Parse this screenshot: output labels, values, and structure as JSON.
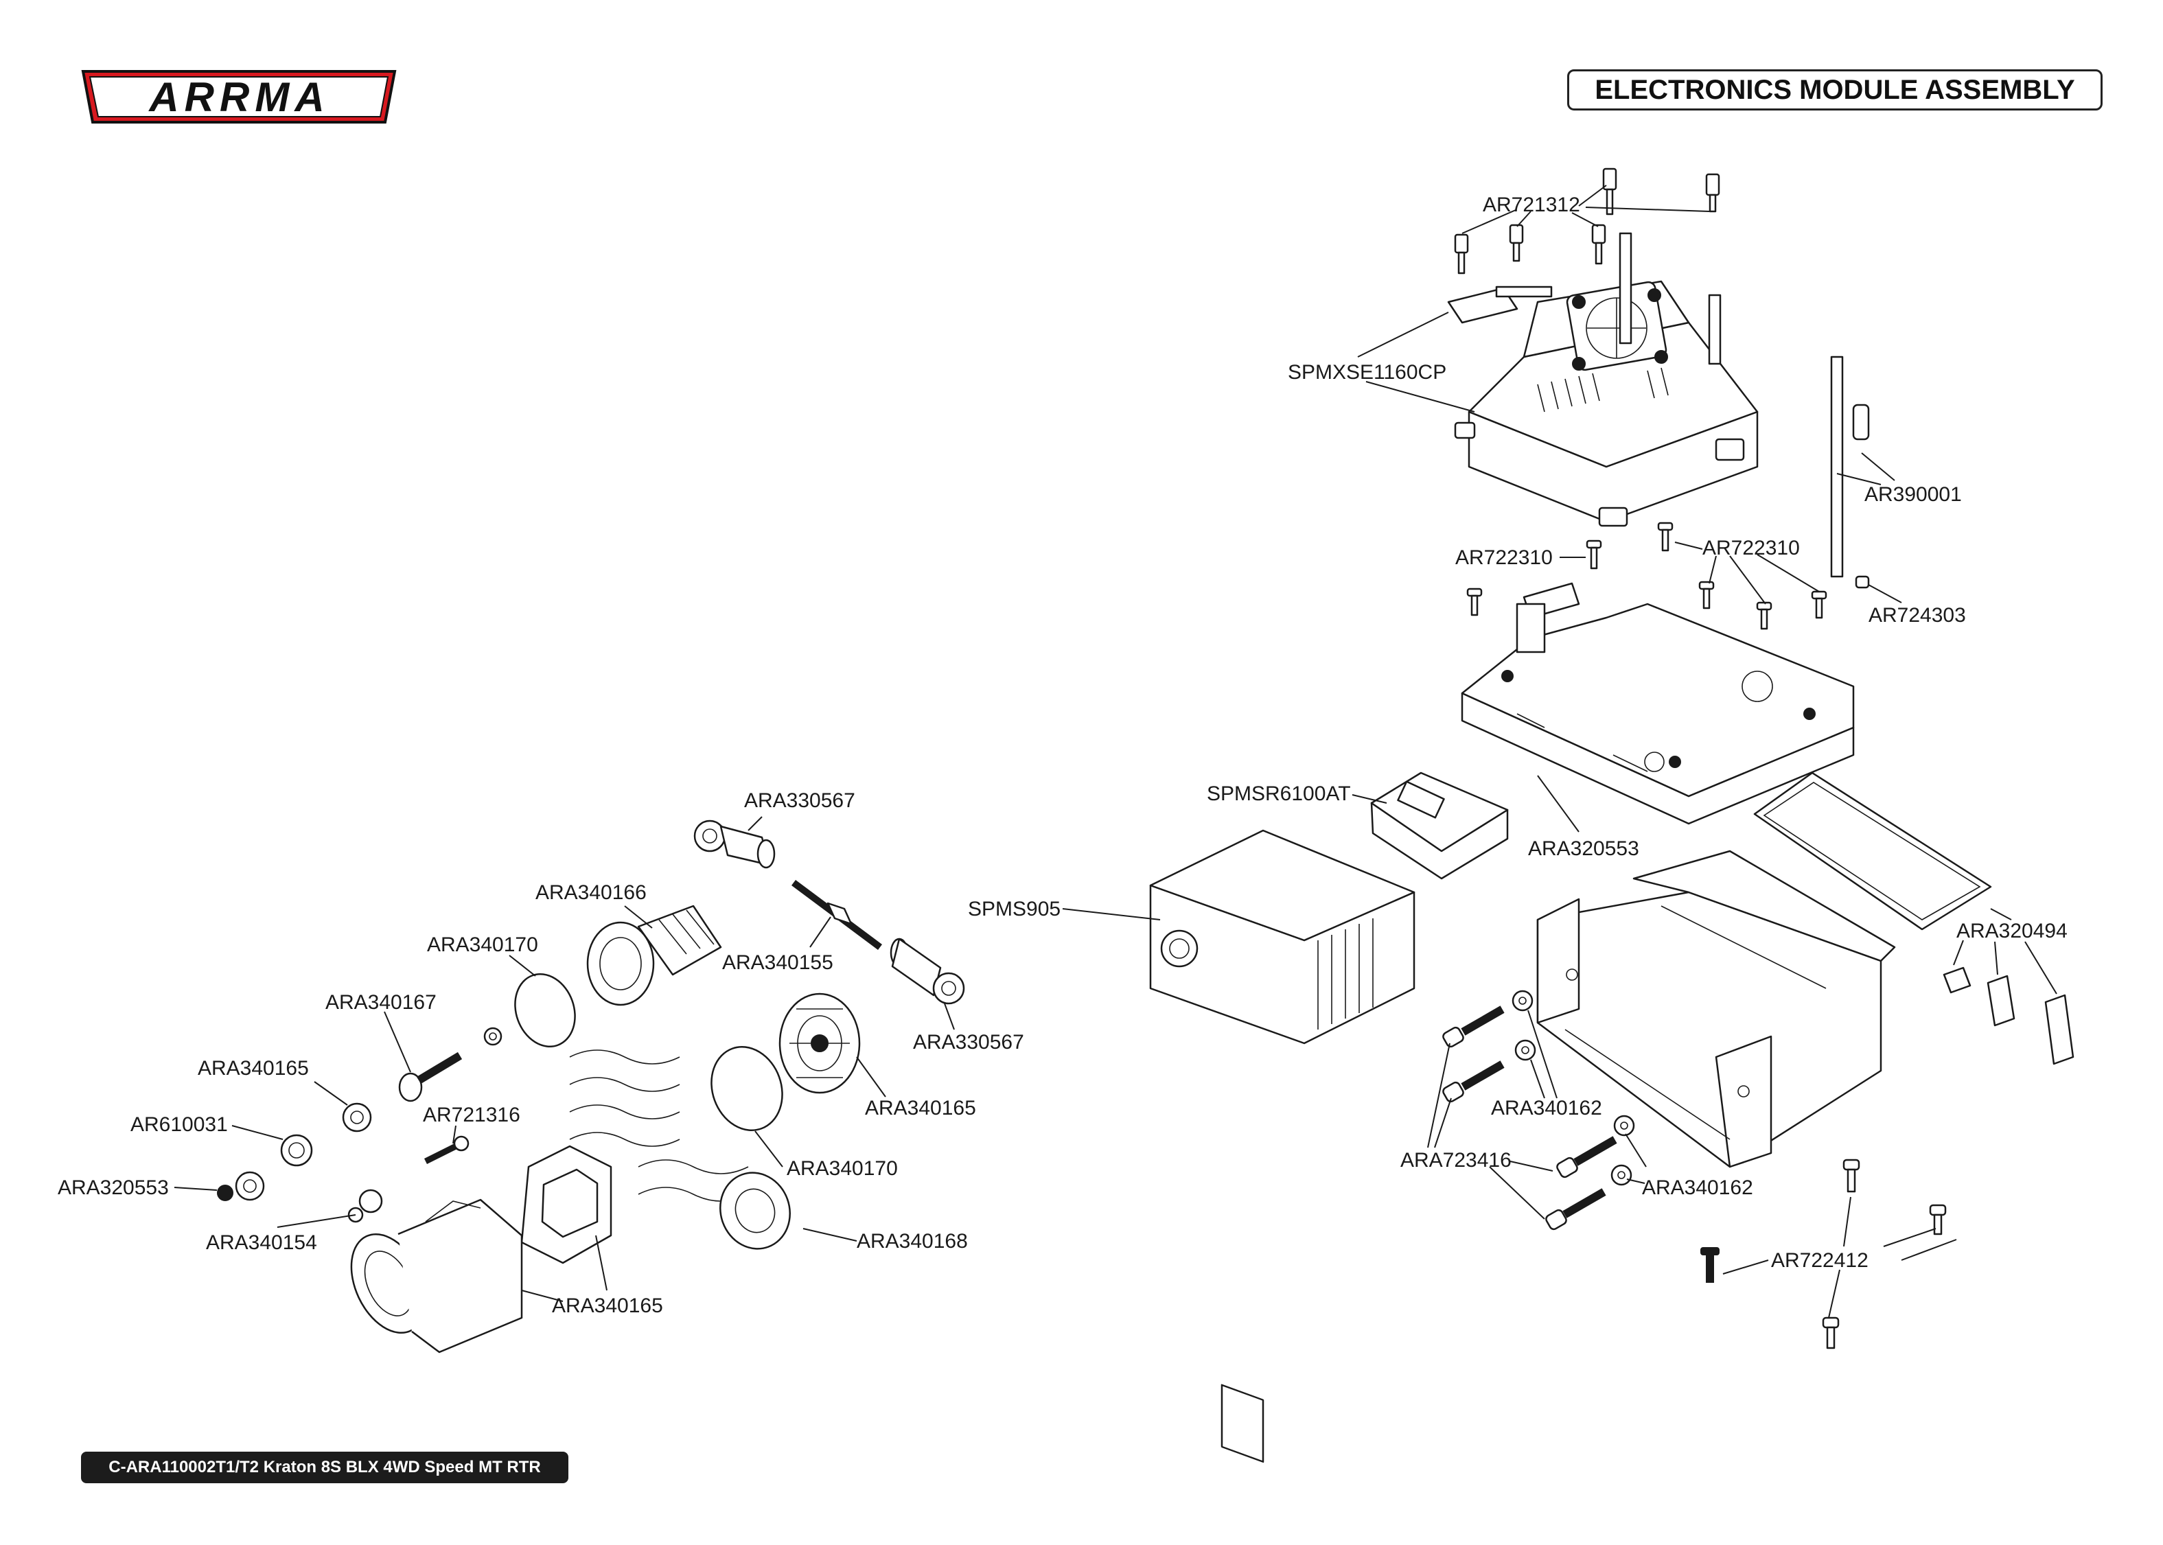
{
  "brand": {
    "logo_text": "ARRMA",
    "logo_color": "#d7191f"
  },
  "header": {
    "title": "ELECTRONICS MODULE ASSEMBLY"
  },
  "footer": {
    "model": "C-ARA110002T1/T2 Kraton 8S BLX 4WD Speed MT RTR"
  },
  "labels": {
    "ar721312": "AR721312",
    "spmxse1160cp": "SPMXSE1160CP",
    "ar390001": "AR390001",
    "ar722310_left": "AR722310",
    "ar722310_right": "AR722310",
    "ar724303": "AR724303",
    "spmsr6100at": "SPMSR6100AT",
    "ara320553_right": "ARA320553",
    "spms905": "SPMS905",
    "ara320494": "ARA320494",
    "ara340162_top": "ARA340162",
    "ara723416": "ARA723416",
    "ara340162_bottom": "ARA340162",
    "ar722412": "AR722412",
    "ara330567_top": "ARA330567",
    "ara340166": "ARA340166",
    "ara340155": "ARA340155",
    "ara340170_left": "ARA340170",
    "ara330567_bottom": "ARA330567",
    "ara340167": "ARA340167",
    "ara340165_right": "ARA340165",
    "ara340165_left": "ARA340165",
    "ar610031": "AR610031",
    "ar721316": "AR721316",
    "ara340170_right": "ARA340170",
    "ara320553_left": "ARA320553",
    "ara340154": "ARA340154",
    "ara340168": "ARA340168",
    "ara340165_bottom": "ARA340165"
  }
}
